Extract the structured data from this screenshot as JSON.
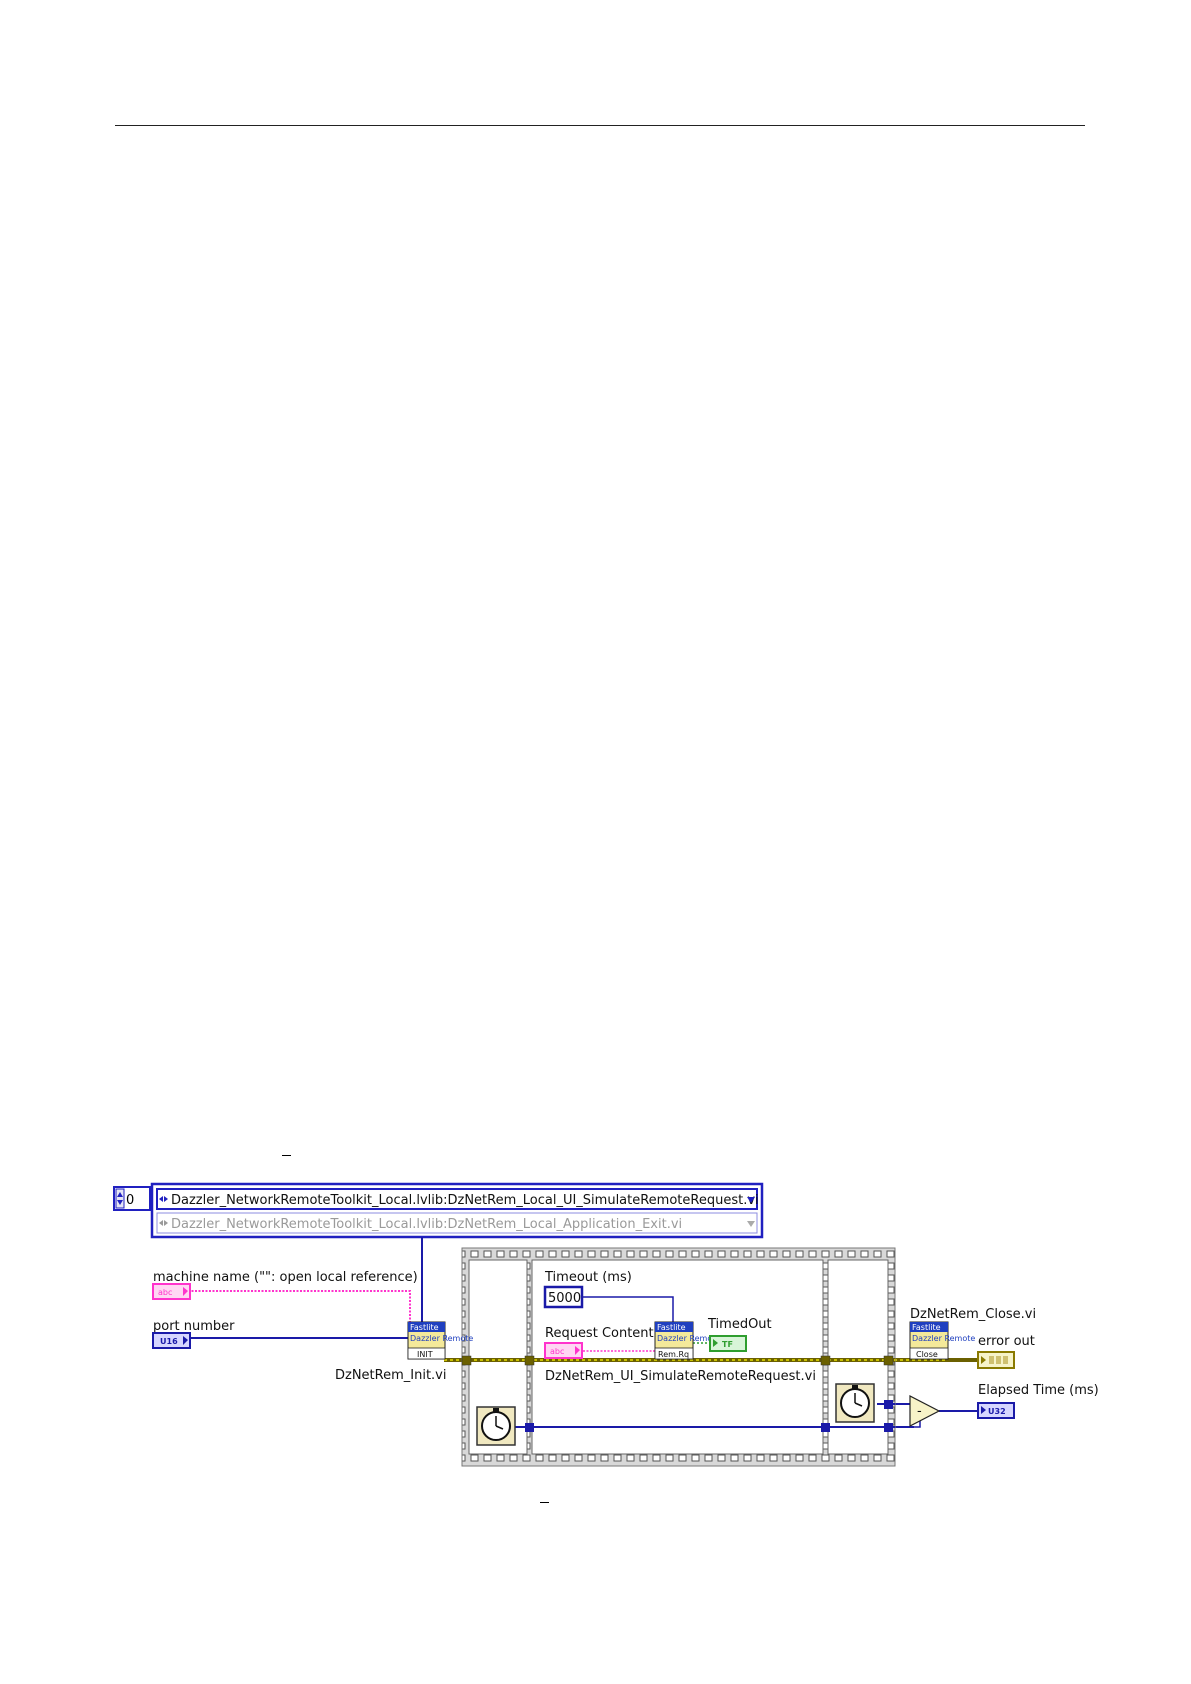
{
  "page": {
    "header_rule": true
  },
  "diagram": {
    "case_selector": {
      "index_value": "0",
      "selected_case": "Dazzler_NetworkRemoteToolkit_Local.lvlib:DzNetRem_Local_UI_SimulateRemoteRequest.vi",
      "next_case": "Dazzler_NetworkRemoteToolkit_Local.lvlib:DzNetRem_Local_Application_Exit.vi"
    },
    "controls": {
      "machine_name_label": "machine name (\"\":  open local reference)",
      "machine_name_type": "abc",
      "port_number_label": "port number",
      "port_number_type": "U16",
      "timeout_label": "Timeout (ms)",
      "timeout_value": "5000",
      "request_content_label": "Request Content",
      "request_content_type": "abc"
    },
    "subvis": {
      "init": {
        "label": "DzNetRem_Init.vi",
        "icon_top": "Fastlite",
        "icon_mid": "Dazzler Remote",
        "icon_bottom": "INIT"
      },
      "request": {
        "label": "DzNetRem_UI_SimulateRemoteRequest.vi",
        "icon_top": "Fastlite",
        "icon_mid": "Dazzler Remote",
        "icon_bottom": "Rem.Rq"
      },
      "close": {
        "label": "DzNetRem_Close.vi",
        "icon_top": "Fastlite",
        "icon_mid": "Dazzler Remote",
        "icon_bottom": "Close"
      }
    },
    "indicators": {
      "timed_out_label": "TimedOut",
      "timed_out_type": "TF",
      "error_out_label": "error out",
      "elapsed_label": "Elapsed Time (ms)",
      "elapsed_type": "U32"
    },
    "subtract_symbol": "-",
    "colors": {
      "string_wire": "#ff33cc",
      "numeric_wire": "#1a1aa8",
      "error_wire": "#8a7a00",
      "boolean": "#2f9e2f",
      "case_border": "#2020c0",
      "frame_gray": "#9a9a9a"
    }
  }
}
